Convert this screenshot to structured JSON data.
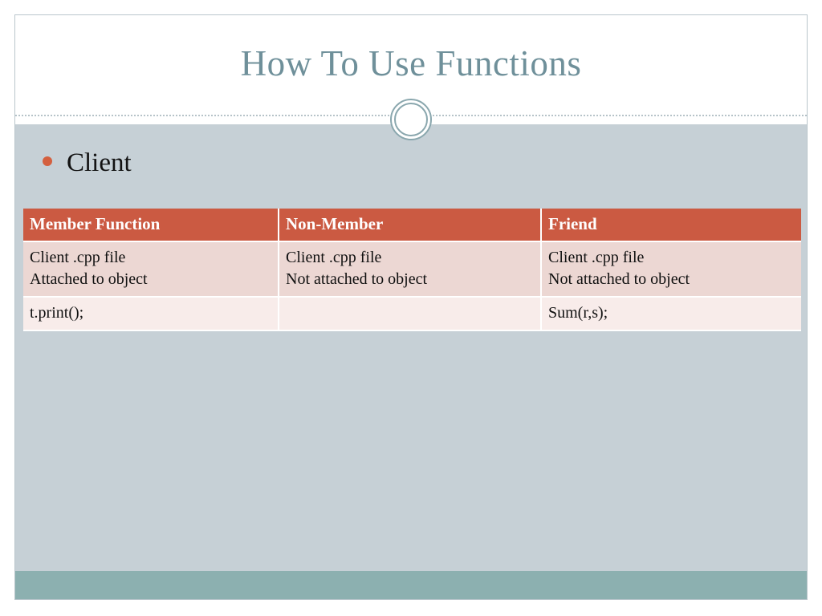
{
  "slide": {
    "title": "How To Use Functions",
    "bullets": [
      {
        "label": "Client",
        "bullet_icon": "round-bullet-icon"
      }
    ],
    "ornament_icon": "circle-ornament-icon"
  },
  "table": {
    "headers": [
      "Member Function",
      "Non-Member",
      "Friend"
    ],
    "rows": [
      {
        "cells": [
          [
            "Client .cpp file",
            "Attached to object"
          ],
          [
            "Client .cpp file",
            "Not attached to object"
          ],
          [
            "Client .cpp file",
            "Not attached to object"
          ]
        ]
      },
      {
        "cells": [
          [
            "t.print();"
          ],
          [
            ""
          ],
          [
            "Sum(r,s);"
          ]
        ]
      }
    ]
  },
  "colors": {
    "title": "#6f909a",
    "body_background": "#c6d0d6",
    "bottom_bar": "#8cb0b0",
    "table_header": "#cb5a42",
    "table_row_a": "#ecd7d3",
    "table_row_b": "#f8ecea",
    "bullet": "#d4603f",
    "slide_border": "#b9c6cc"
  }
}
